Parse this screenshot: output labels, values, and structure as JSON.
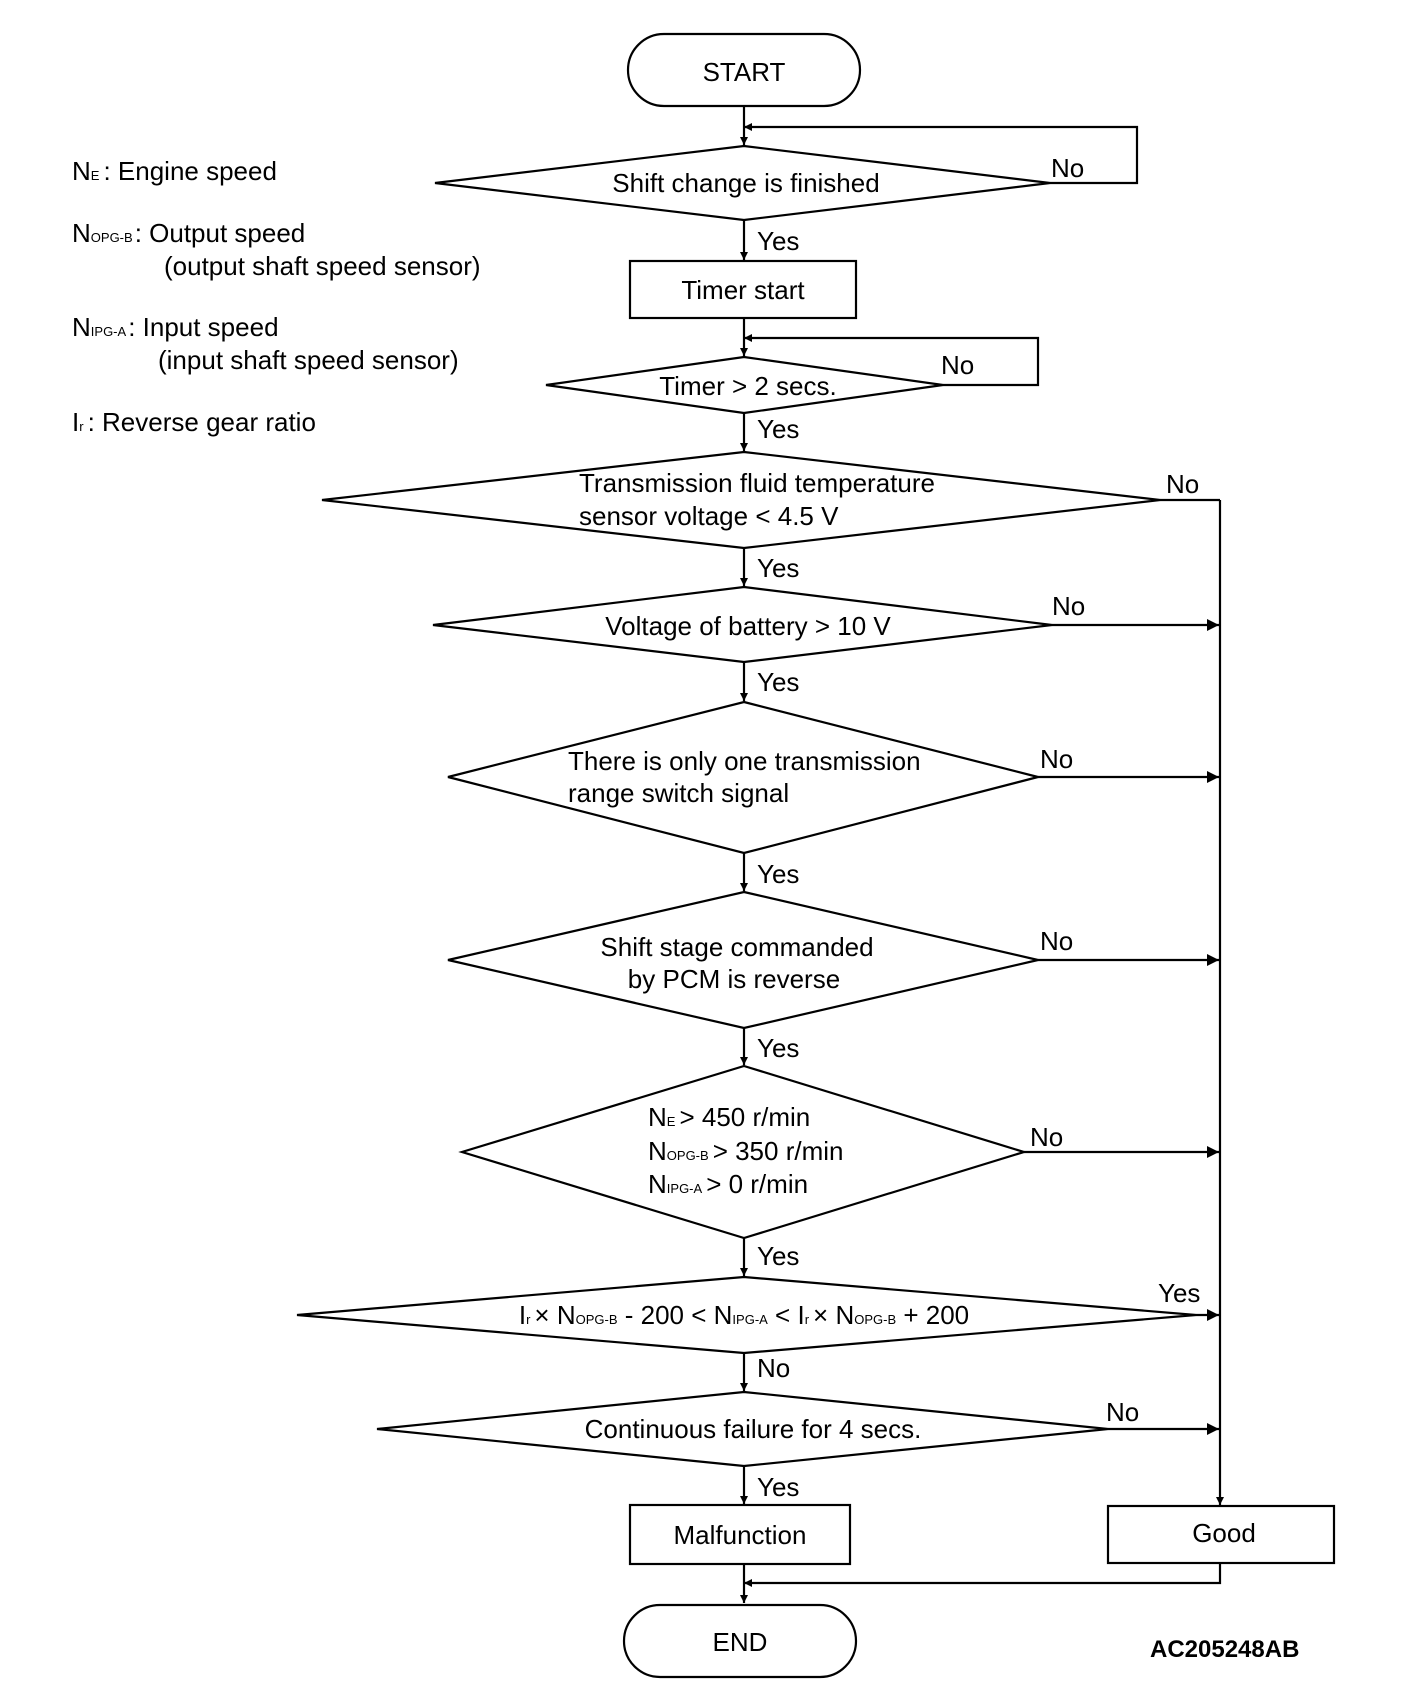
{
  "legend": {
    "ne": {
      "symbol": "N",
      "sub": "E",
      "text": ": Engine speed"
    },
    "nopg": {
      "symbol": "N",
      "sub": "OPG-B",
      "text": ": Output speed",
      "text2": "(output shaft speed sensor)"
    },
    "nipg": {
      "symbol": "N",
      "sub": "IPG-A",
      "text": ": Input speed",
      "text2": "(input shaft speed sensor)"
    },
    "ir": {
      "symbol": "I",
      "sub": "r",
      "text": ": Reverse gear ratio"
    }
  },
  "nodes": {
    "start": "START",
    "shift_finished": "Shift change is finished",
    "timer_start": "Timer start",
    "timer_check": "Timer > 2 secs.",
    "fluid_temp": {
      "line1": "Transmission fluid temperature",
      "line2": "sensor voltage < 4.5 V"
    },
    "battery": "Voltage of battery > 10 V",
    "range_switch": {
      "line1": "There is only one transmission",
      "line2": "range switch signal"
    },
    "shift_stage": {
      "line1": "Shift stage commanded",
      "line2": "by PCM is reverse"
    },
    "speeds": {
      "l1": "> 450 r/min",
      "l2": "> 350 r/min",
      "l3": "> 0 r/min"
    },
    "ratio": {
      "p1": "× N",
      "p2": " - 200 < N",
      "p3": " < I",
      "p4": "× N",
      "p5": " + 200"
    },
    "continuous": "Continuous failure for 4 secs.",
    "malfunction": "Malfunction",
    "good": "Good",
    "end": "END"
  },
  "edge_labels": {
    "yes": "Yes",
    "no": "No"
  },
  "figure_code": "AC205248AB"
}
